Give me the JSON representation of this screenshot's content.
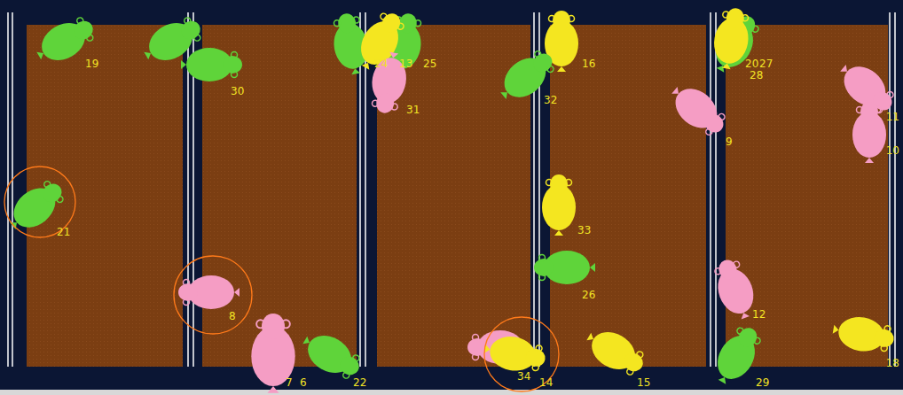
{
  "diagram": {
    "labels": [
      "19",
      "24",
      "13",
      "25",
      "16",
      "20",
      "27",
      "28",
      "30",
      "32",
      "31",
      "11",
      "9",
      "10",
      "21",
      "33",
      "26",
      "8",
      "12",
      "18",
      "34",
      "7",
      "6",
      "22",
      "14",
      "15",
      "29"
    ]
  }
}
